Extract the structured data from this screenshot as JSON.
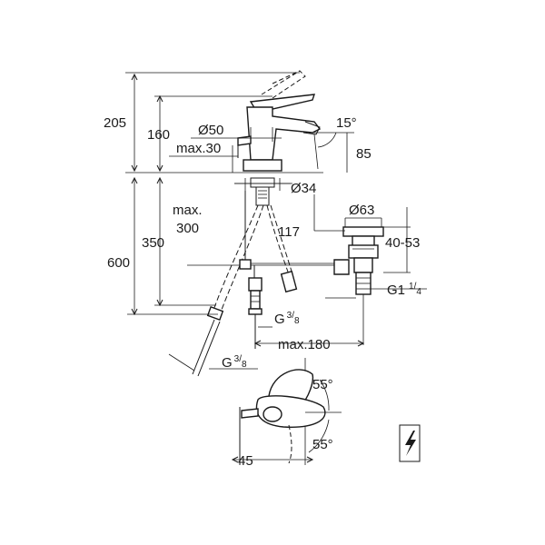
{
  "dimensions": {
    "d205": "205",
    "d160": "160",
    "d50": "Ø50",
    "max30": "max.30",
    "ang15": "15°",
    "d85": "85",
    "d34": "Ø34",
    "d63": "Ø63",
    "max": "max.",
    "d300": "300",
    "d350": "350",
    "d117": "117",
    "r4053": "40-53",
    "d600": "600",
    "g1_main": "G1",
    "g1_num": "1",
    "g1_den": "4",
    "g38a_main": "G",
    "g38a_num": "3",
    "g38a_den": "8",
    "max180": "max.180",
    "g38b_main": "G",
    "g38b_num": "3",
    "g38b_den": "8",
    "ang55top": "55°",
    "d45": "45",
    "ang55bot": "55°"
  }
}
